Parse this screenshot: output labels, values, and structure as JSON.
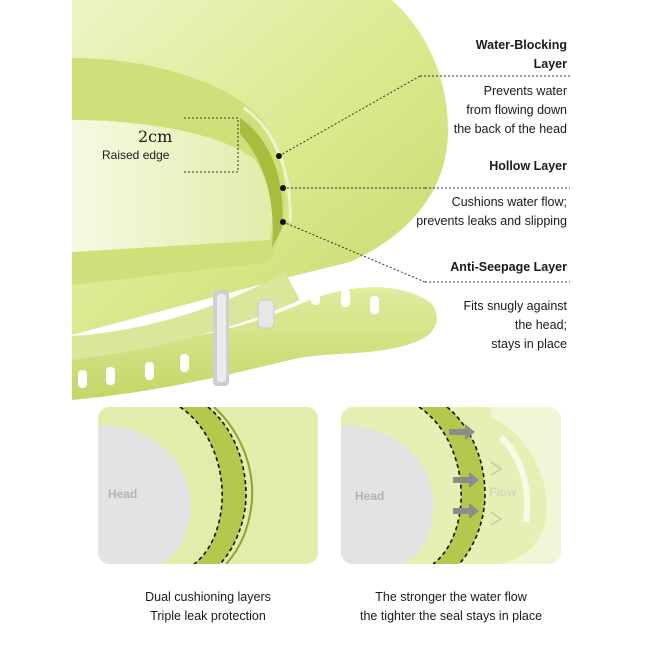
{
  "colors": {
    "lime": "#d6e58c",
    "lime_light": "#e6efb4",
    "lime_dark": "#aabd43",
    "head_gray": "#e4e4e4",
    "clasp_gray": "#d0d0d0"
  },
  "top_diagram": {
    "size_value": "2cm",
    "size_label": "Raised edge",
    "callouts": [
      {
        "title_lines": [
          "Water-Blocking",
          "Layer"
        ],
        "desc_lines": [
          "Prevents water",
          "from flowing down",
          "the back of the head"
        ]
      },
      {
        "title_lines": [
          "Hollow Layer"
        ],
        "desc_lines": [
          "Cushions water flow;",
          "prevents leaks and slipping"
        ]
      },
      {
        "title_lines": [
          "Anti-Seepage Layer"
        ],
        "desc_lines": [
          "Fits snugly against",
          "the head;",
          "stays in place"
        ]
      }
    ]
  },
  "panels": [
    {
      "head_label": "Head",
      "caption_lines": [
        "Dual cushioning layers",
        "Triple leak protection"
      ]
    },
    {
      "head_label": "Head",
      "flow_label": "Flow",
      "caption_lines": [
        "The stronger the water flow",
        "the tighter the seal stays in place"
      ]
    }
  ]
}
